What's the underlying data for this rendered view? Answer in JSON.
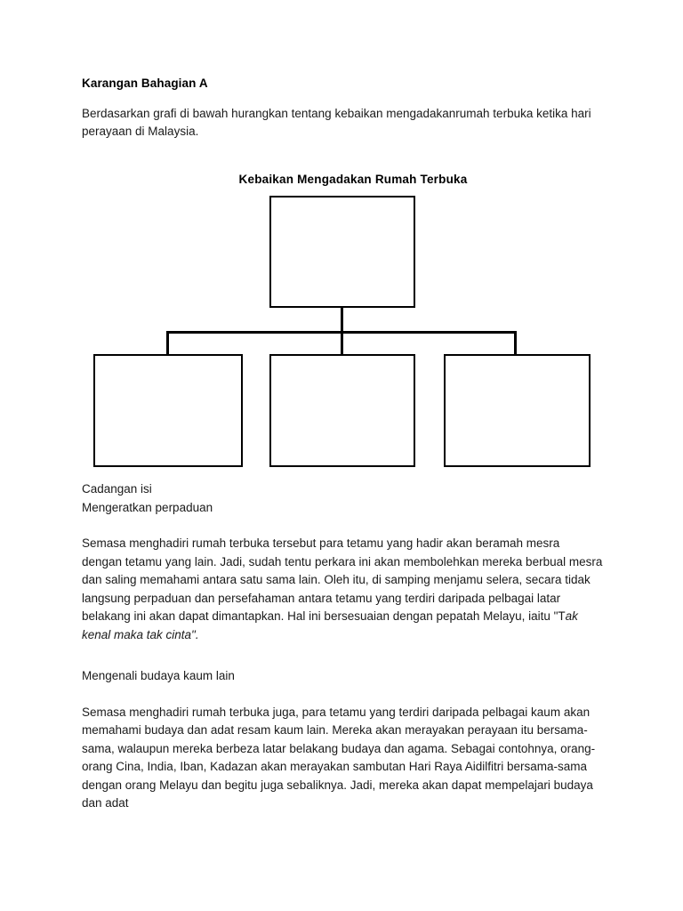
{
  "document": {
    "title": "Karangan Bahagian A",
    "instruction": "Berdasarkan grafi di bawah hurangkan tentang kebaikan mengadakanrumah terbuka ketika hari perayaan di Malaysia."
  },
  "diagram": {
    "title": "Kebaikan Mengadakan Rumah Terbuka",
    "type": "tree",
    "root": {
      "label": ""
    },
    "children": [
      {
        "label": ""
      },
      {
        "label": ""
      },
      {
        "label": ""
      }
    ]
  },
  "notes": {
    "cadangan_label": "Cadangan isi",
    "cadangan_value": "Mengeratkan perpaduan"
  },
  "sections": [
    {
      "heading": "",
      "paragraph_pre": "Semasa menghadiri rumah terbuka tersebut para tetamu yang hadir akan beramah mesra dengan tetamu yang lain. Jadi, sudah tentu perkara ini akan membolehkan mereka berbual mesra dan saling memahami antara satu sama lain. Oleh itu, di samping menjamu selera, secara tidak langsung perpaduan dan persefahaman antara tetamu yang terdiri daripada pelbagai latar belakang ini akan dapat dimantapkan. Hal ini bersesuaian dengan pepatah Melayu, iaitu \"T",
      "paragraph_quote": "ak kenal maka tak cinta\".",
      "paragraph_post": ""
    },
    {
      "heading": "Mengenali budaya kaum lain",
      "paragraph_pre": "Semasa menghadiri rumah terbuka juga, para tetamu yang terdiri daripada pelbagai kaum akan memahami budaya dan adat resam kaum lain. Mereka akan merayakan perayaan itu bersama-sama, walaupun mereka berbeza latar belakang budaya dan agama. Sebagai contohnya, orang-orang Cina, India, Iban, Kadazan akan merayakan sambutan Hari Raya Aidilfitri bersama-sama dengan orang Melayu dan begitu juga sebaliknya. Jadi, mereka akan dapat mempelajari budaya dan adat",
      "paragraph_quote": "",
      "paragraph_post": ""
    }
  ],
  "colors": {
    "text": "#1a1a1a",
    "heading": "#000000",
    "diagram_stroke": "#000000",
    "page_background": "#ffffff"
  }
}
